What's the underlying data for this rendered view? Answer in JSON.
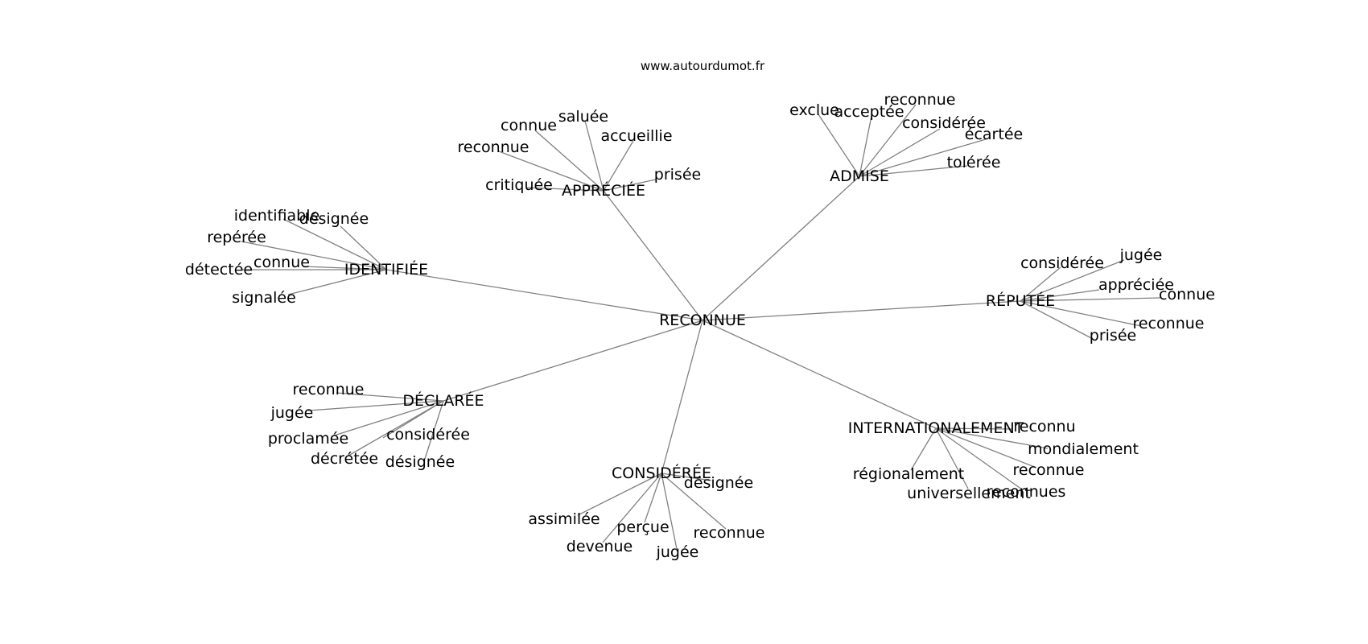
{
  "site": "www.autourdumot.fr",
  "center": "RECONNUE",
  "hubs": [
    {
      "label": "APPRÉCIÉE",
      "leaves": [
        "saluée",
        "connue",
        "accueillie",
        "reconnue",
        "prisée",
        "critiquée"
      ]
    },
    {
      "label": "ADMISE",
      "leaves": [
        "exclue",
        "acceptée",
        "reconnue",
        "considérée",
        "écartée",
        "tolérée"
      ]
    },
    {
      "label": "IDENTIFIÉE",
      "leaves": [
        "identifiable",
        "désignée",
        "repérée",
        "connue",
        "détectée",
        "signalée"
      ]
    },
    {
      "label": "RÉPUTÉE",
      "leaves": [
        "considérée",
        "jugée",
        "appréciée",
        "connue",
        "reconnue",
        "prisée"
      ]
    },
    {
      "label": "DÉCLARÉE",
      "leaves": [
        "reconnue",
        "jugée",
        "proclamée",
        "considérée",
        "décrétée",
        "désignée"
      ]
    },
    {
      "label": "INTERNATIONALEMENT",
      "leaves": [
        "reconnu",
        "mondialement",
        "reconnue",
        "régionalement",
        "universellement",
        "reconnues"
      ]
    },
    {
      "label": "CONSIDÉRÉE",
      "leaves": [
        "désignée",
        "assimilée",
        "perçue",
        "reconnue",
        "devenue",
        "jugée"
      ]
    }
  ]
}
